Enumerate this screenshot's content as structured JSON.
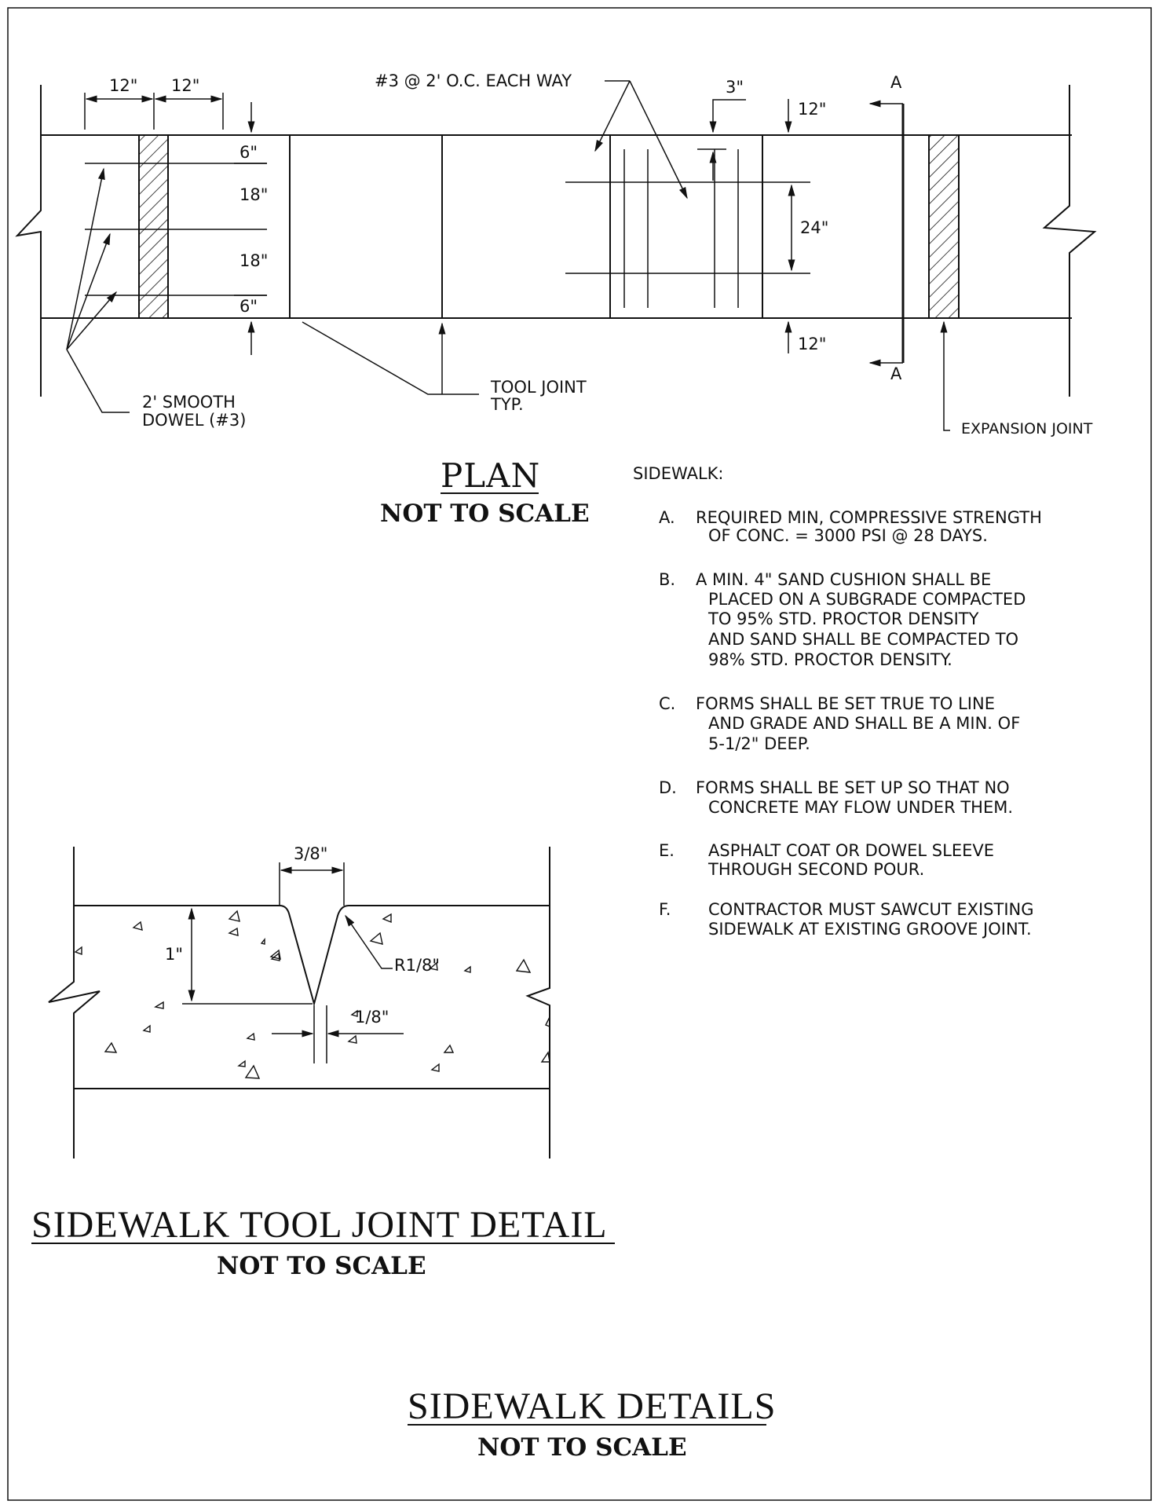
{
  "plan": {
    "dim_12_left": "12\"",
    "dim_12_right": "12\"",
    "dim_6_top": "6\"",
    "dim_18_a": "18\"",
    "dim_18_b": "18\"",
    "dim_6_bottom": "6\"",
    "rebar_label": "#3 @ 2' O.C. EACH WAY",
    "dim_3": "3\"",
    "dim_12_top_right": "12\"",
    "dim_24": "24\"",
    "dim_12_bottom_right": "12\"",
    "section_a_top": "A",
    "section_a_bottom": "A",
    "dowel_label_line1": "2' SMOOTH",
    "dowel_label_line2": "DOWEL (#3)",
    "tool_joint_line1": "TOOL JOINT",
    "tool_joint_line2": "TYP.",
    "expansion_joint": "EXPANSION JOINT",
    "title": "PLAN",
    "subtitle": "NOT TO SCALE"
  },
  "notes": {
    "header": "SIDEWALK:",
    "items": [
      {
        "letter": "A.",
        "lines": [
          "REQUIRED MIN, COMPRESSIVE STRENGTH",
          "OF CONC. = 3000 PSI @ 28 DAYS."
        ]
      },
      {
        "letter": "B.",
        "lines": [
          "A MIN. 4\" SAND CUSHION SHALL BE",
          "PLACED ON A SUBGRADE COMPACTED",
          "TO 95% STD. PROCTOR DENSITY",
          "AND SAND SHALL BE COMPACTED  TO",
          "98% STD. PROCTOR DENSITY."
        ]
      },
      {
        "letter": "C.",
        "lines": [
          "FORMS SHALL BE SET TRUE TO LINE",
          "AND GRADE AND SHALL BE A MIN. OF",
          "5-1/2\" DEEP."
        ]
      },
      {
        "letter": "D.",
        "lines": [
          "FORMS SHALL BE SET UP SO THAT NO",
          "CONCRETE MAY FLOW UNDER THEM."
        ]
      },
      {
        "letter": "E.",
        "lines": [
          "ASPHALT COAT OR DOWEL SLEEVE",
          "THROUGH SECOND POUR."
        ]
      },
      {
        "letter": "F.",
        "lines": [
          "CONTRACTOR MUST SAWCUT EXISTING",
          "SIDEWALK AT EXISTING GROOVE JOINT."
        ]
      }
    ]
  },
  "tool_joint": {
    "dim_width": "3/8\"",
    "dim_depth": "1\"",
    "dim_radius": "R1/8\"",
    "dim_bottom": "1/8\"",
    "title": "SIDEWALK TOOL JOINT DETAIL",
    "subtitle": "NOT TO SCALE"
  },
  "sheet": {
    "title": "SIDEWALK DETAILS",
    "subtitle": "NOT TO SCALE"
  },
  "colors": {
    "ink": "#111111",
    "paper": "#ffffff"
  }
}
